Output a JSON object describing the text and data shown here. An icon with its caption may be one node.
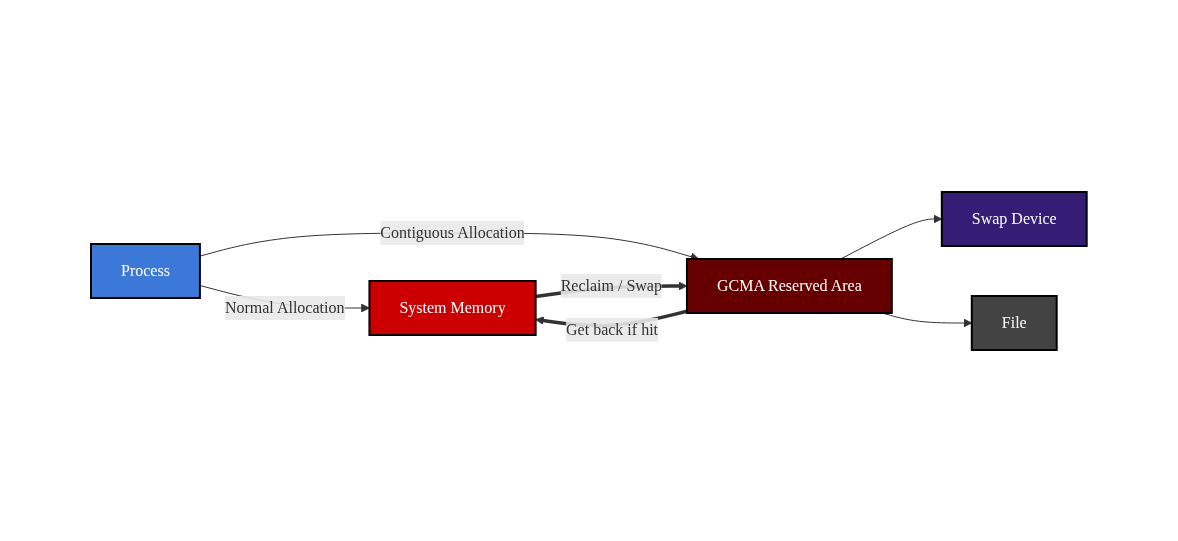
{
  "diagram": {
    "nodes": [
      {
        "text": [
          "Process"
        ]
      },
      {
        "text": [
          "System Memory"
        ]
      },
      {
        "text": [
          "GCMA Reserved Area"
        ]
      },
      {
        "text": [
          "Swap Device"
        ]
      },
      {
        "text": [
          "File"
        ]
      }
    ],
    "edges": [
      {
        "from": 0,
        "to": 1,
        "arrow": "to",
        "label": "Normal Allocation"
      },
      {
        "from": 0,
        "to": 2,
        "arrow": "to",
        "label": "Contiguous Allocation"
      },
      {
        "from": 1,
        "to": 2,
        "arrow": "to",
        "label": "Reclaim / Swap",
        "style": "thick"
      },
      {
        "from": 2,
        "to": 1,
        "arrow": "to",
        "label": "Get back if hit",
        "style": "thick"
      },
      {
        "from": 2,
        "to": 3,
        "arrow": "to"
      },
      {
        "from": 2,
        "to": 4,
        "arrow": "to"
      }
    ]
  }
}
